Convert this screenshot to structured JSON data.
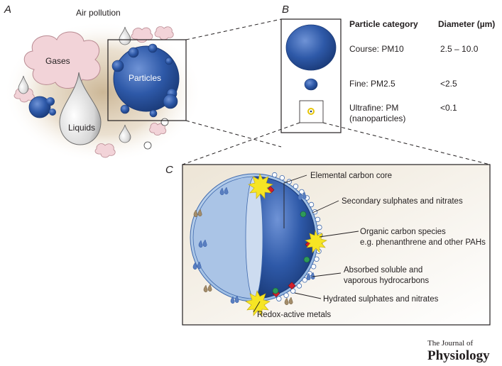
{
  "panels": {
    "a": {
      "letter": "A",
      "title": "Air pollution",
      "gases": "Gases",
      "particles": "Particles",
      "liquids": "Liquids"
    },
    "b": {
      "letter": "B",
      "col_category": "Particle category",
      "col_diameter": "Diameter (µm)",
      "rows": [
        {
          "category": "Course: PM10",
          "diameter": "2.5 – 10.0"
        },
        {
          "category": "Fine: PM2.5",
          "diameter": "<2.5"
        },
        {
          "category_line1": "Ultrafine: PM",
          "category_line2": "(nanoparticles)",
          "diameter": "<0.1"
        }
      ]
    },
    "c": {
      "letter": "C",
      "labels": {
        "core": "Elemental carbon core",
        "secondary": "Secondary sulphates and nitrates",
        "organic_1": "Organic carbon species",
        "organic_2": "e.g. phenanthrene and other PAHs",
        "absorbed_1": "Absorbed soluble and",
        "absorbed_2": "vaporous hydrocarbons",
        "hydrated": "Hydrated sulphates and nitrates",
        "redox": "Redox-active metals"
      }
    }
  },
  "journal": {
    "line1": "The Journal of",
    "line2": "Physiology"
  },
  "colors": {
    "particle_blue": "#2e59a8",
    "gas_pink": "#f2d3d8",
    "haze_tan": "#d9c6a8",
    "panel_c_bg": "#f5f0e6",
    "metal_yellow": "#f6e524",
    "sulphate_red": "#d21f2b",
    "nitrate_green": "#2f9a5a"
  }
}
